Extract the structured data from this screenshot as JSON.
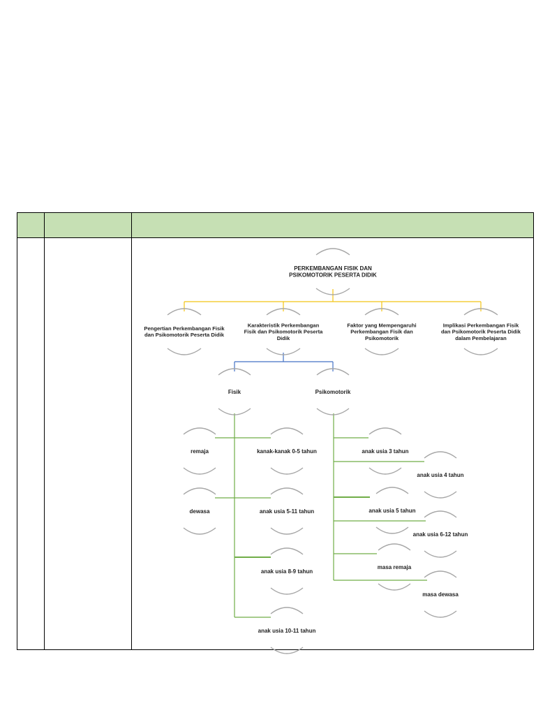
{
  "table": {
    "header_cells": [
      "",
      "",
      ""
    ],
    "header_color": "#c6e0b4"
  },
  "diagram": {
    "root": {
      "lines": [
        "PERKEMBANGAN FISIK DAN",
        "PSIKOMOTORIK PESERTA DIDIK"
      ]
    },
    "level1": [
      {
        "lines": [
          "Pengertian Perkembangan Fisik",
          "dan Psikomotorik Peserta Didik"
        ]
      },
      {
        "lines": [
          "Karakteristik Perkembangan",
          "Fisik dan Psikomotorik Peserta",
          "Didik"
        ]
      },
      {
        "lines": [
          "Faktor yang Mempengaruhi",
          "Perkembangan Fisik dan",
          "Psikomotorik"
        ]
      },
      {
        "lines": [
          "Implikasi Perkembangan Fisik",
          "dan Psikomotorik Peserta Didik",
          "dalam Pembelajaran"
        ]
      }
    ],
    "level2": [
      {
        "lines": [
          "Fisik"
        ]
      },
      {
        "lines": [
          "Psikomotorik"
        ]
      }
    ],
    "fisik_left": [
      {
        "lines": [
          "remaja"
        ]
      },
      {
        "lines": [
          "dewasa"
        ]
      }
    ],
    "fisik_right": [
      {
        "lines": [
          "kanak-kanak 0-5 tahun"
        ]
      },
      {
        "lines": [
          "anak usia 5-11 tahun"
        ]
      },
      {
        "lines": [
          "anak usia 8-9 tahun"
        ]
      },
      {
        "lines": [
          "anak usia 10-11 tahun"
        ]
      }
    ],
    "psikomotorik": [
      {
        "lines": [
          "anak usia 3 tahun"
        ]
      },
      {
        "lines": [
          "anak usia 4 tahun"
        ]
      },
      {
        "lines": [
          "anak usia 5 tahun"
        ]
      },
      {
        "lines": [
          "anak usia 6-12 tahun"
        ]
      },
      {
        "lines": [
          "masa remaja"
        ]
      },
      {
        "lines": [
          "masa dewasa"
        ]
      }
    ],
    "colors": {
      "level1_connector": "#f2c314",
      "level2_connector": "#4472c4",
      "level3_connector": "#70ad47",
      "arc": "#a6a6a6"
    }
  }
}
